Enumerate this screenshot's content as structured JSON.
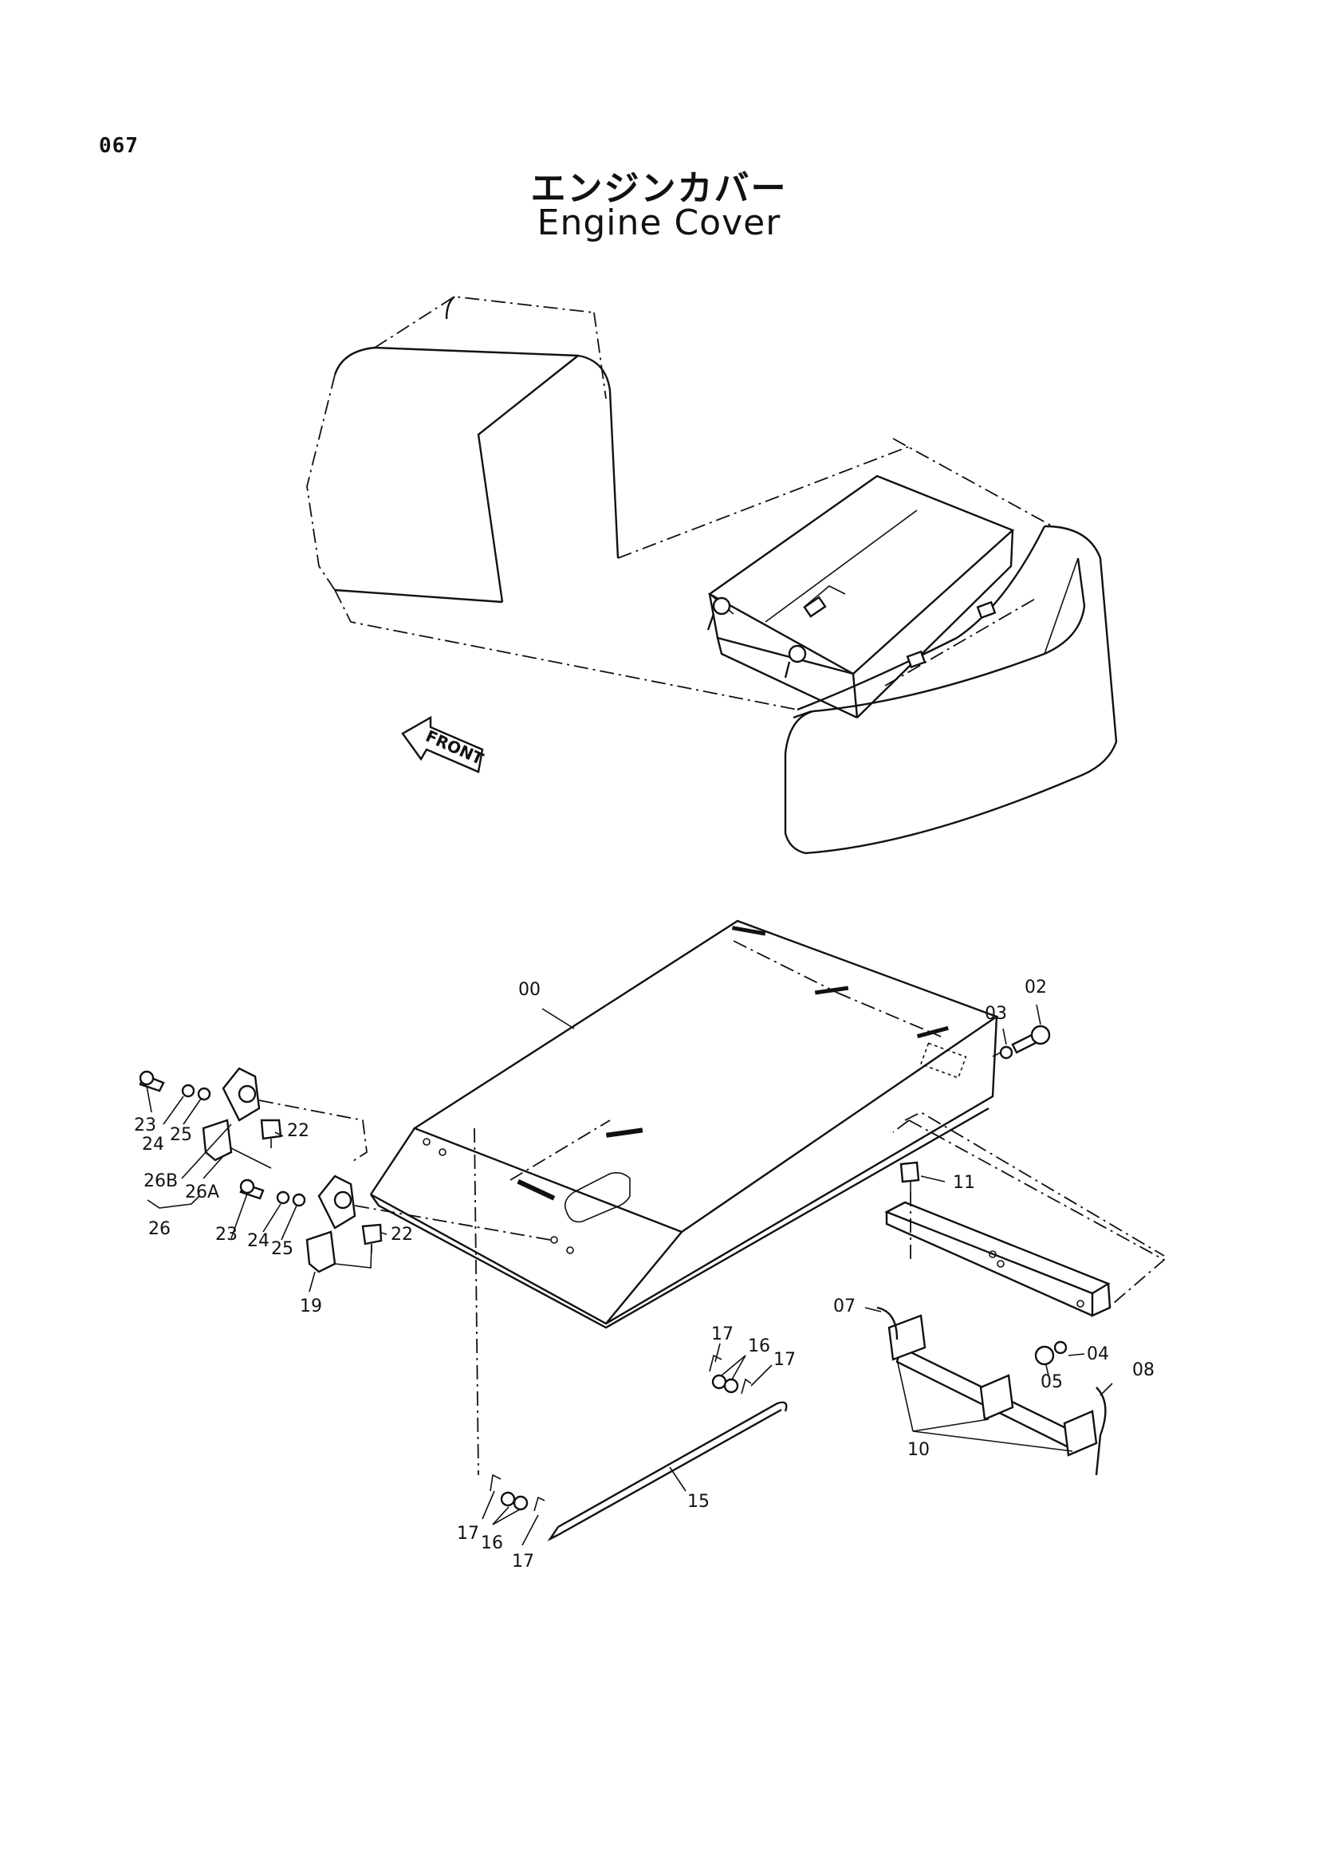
{
  "page_number": "067",
  "title_jp": "エンジンカバー",
  "title_en": "Engine Cover",
  "front_label": "FRONT",
  "callouts": {
    "c00": "00",
    "c02": "02",
    "c03": "03",
    "c04": "04",
    "c05": "05",
    "c07": "07",
    "c08": "08",
    "c10": "10",
    "c11": "11",
    "c15": "15",
    "c16a": "16",
    "c16b": "16",
    "c17a": "17",
    "c17b": "17",
    "c17c": "17",
    "c17d": "17",
    "c19": "19",
    "c22a": "22",
    "c22b": "22",
    "c23a": "23",
    "c23b": "23",
    "c24a": "24",
    "c24b": "24",
    "c25a": "25",
    "c25b": "25",
    "c26": "26",
    "c26a": "26A",
    "c26b": "26B"
  }
}
